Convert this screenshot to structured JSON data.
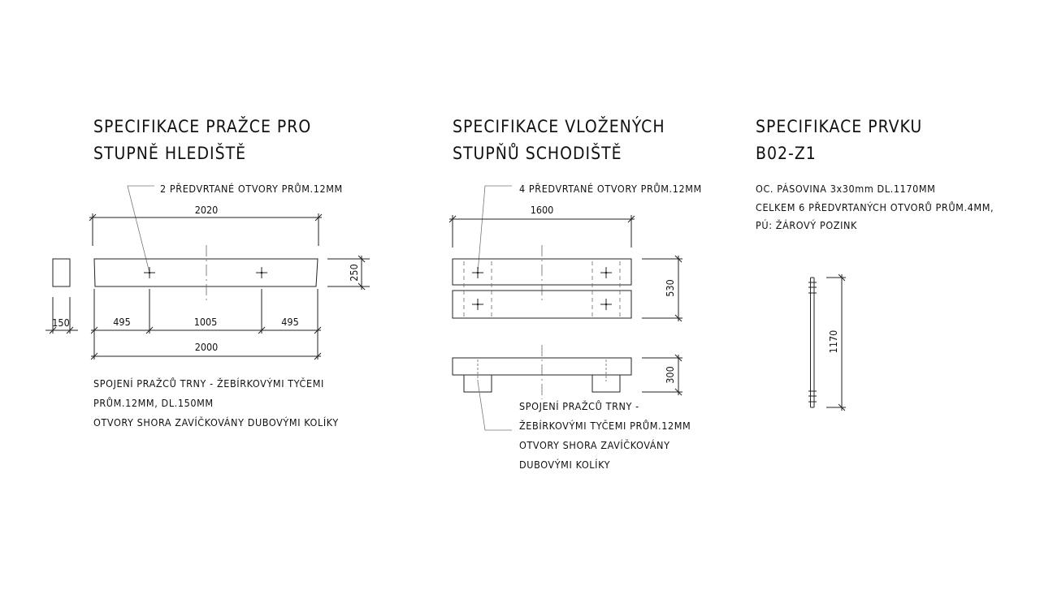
{
  "panel1": {
    "title_line1": "SPECIFIKACE PRAŽCE PRO",
    "title_line2": "STUPNĚ HLEDIŠTĚ",
    "leader_note": "2 PŘEDVRTANÉ OTVORY PRŮM.12MM",
    "dims": {
      "top": "2020",
      "height": "250",
      "section_width": "150",
      "left": "495",
      "middle": "1005",
      "right": "495",
      "total": "2000"
    },
    "notes": [
      "SPOJENÍ PRAŽCŮ TRNY - ŽEBÍRKOVÝMI TYČEMI",
      "PRŮM.12MM, DL.150MM",
      "OTVORY SHORA ZAVÍČKOVÁNY DUBOVÝMI KOLÍKY"
    ]
  },
  "panel2": {
    "title_line1": "SPECIFIKACE VLOŽENÝCH",
    "title_line2": "STUPŇŮ SCHODIŠTĚ",
    "leader_note": "4 PŘEDVRTANÉ OTVORY PRŮM.12MM",
    "dims": {
      "top": "1600",
      "plan_height": "530",
      "section_height": "300"
    },
    "notes": [
      "SPOJENÍ PRAŽCŮ TRNY -",
      "ŽEBÍRKOVÝMI TYČEMI PRŮM.12MM",
      "OTVORY SHORA ZAVÍČKOVÁNY",
      "DUBOVÝMI KOLÍKY"
    ]
  },
  "panel3": {
    "title_line1": "SPECIFIKACE PRVKU",
    "title_line2": "B02-Z1",
    "notes": [
      "OC. PÁSOVINA 3x30mm DL.1170MM",
      "CELKEM 6 PŘEDVRTANÝCH OTVORŮ PRŮM.4MM,",
      "PÚ: ŽÁROVÝ POZINK"
    ],
    "dims": {
      "length": "1170"
    }
  }
}
